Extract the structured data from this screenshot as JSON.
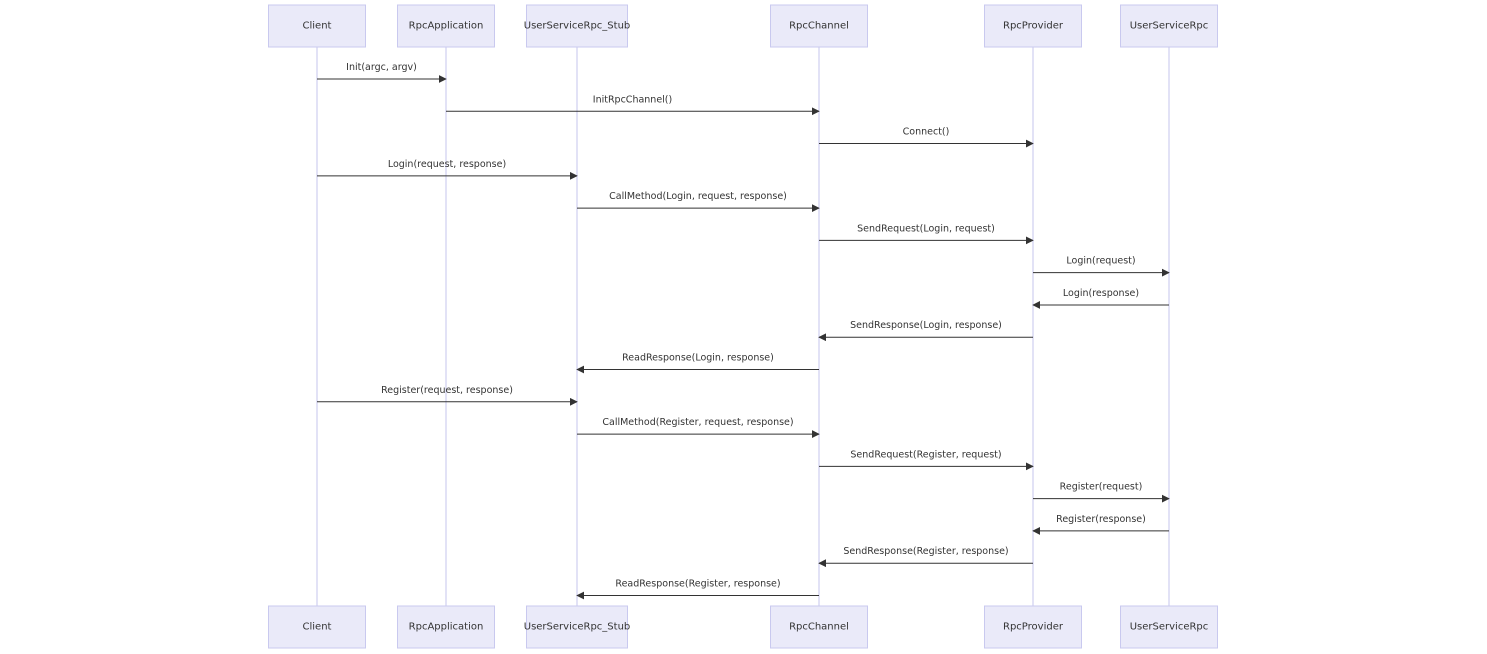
{
  "colors": {
    "actor_fill": "#eaeaf9",
    "actor_stroke": "#c9c9ef",
    "lifeline": "#cfcff0",
    "arrow": "#333333",
    "text": "#333333"
  },
  "participants": [
    {
      "id": "client",
      "label": "Client"
    },
    {
      "id": "app",
      "label": "RpcApplication"
    },
    {
      "id": "stub",
      "label": "UserServiceRpc_Stub"
    },
    {
      "id": "channel",
      "label": "RpcChannel"
    },
    {
      "id": "provider",
      "label": "RpcProvider"
    },
    {
      "id": "service",
      "label": "UserServiceRpc"
    }
  ],
  "messages": [
    {
      "from": "client",
      "to": "app",
      "label": "Init(argc, argv)"
    },
    {
      "from": "app",
      "to": "channel",
      "label": "InitRpcChannel()"
    },
    {
      "from": "channel",
      "to": "provider",
      "label": "Connect()"
    },
    {
      "from": "client",
      "to": "stub",
      "label": "Login(request, response)"
    },
    {
      "from": "stub",
      "to": "channel",
      "label": "CallMethod(Login, request, response)"
    },
    {
      "from": "channel",
      "to": "provider",
      "label": "SendRequest(Login, request)"
    },
    {
      "from": "provider",
      "to": "service",
      "label": "Login(request)"
    },
    {
      "from": "service",
      "to": "provider",
      "label": "Login(response)"
    },
    {
      "from": "provider",
      "to": "channel",
      "label": "SendResponse(Login, response)"
    },
    {
      "from": "channel",
      "to": "stub",
      "label": "ReadResponse(Login, response)"
    },
    {
      "from": "client",
      "to": "stub",
      "label": "Register(request, response)"
    },
    {
      "from": "stub",
      "to": "channel",
      "label": "CallMethod(Register, request, response)"
    },
    {
      "from": "channel",
      "to": "provider",
      "label": "SendRequest(Register, request)"
    },
    {
      "from": "provider",
      "to": "service",
      "label": "Register(request)"
    },
    {
      "from": "service",
      "to": "provider",
      "label": "Register(response)"
    },
    {
      "from": "provider",
      "to": "channel",
      "label": "SendResponse(Register, response)"
    },
    {
      "from": "channel",
      "to": "stub",
      "label": "ReadResponse(Register, response)"
    }
  ]
}
